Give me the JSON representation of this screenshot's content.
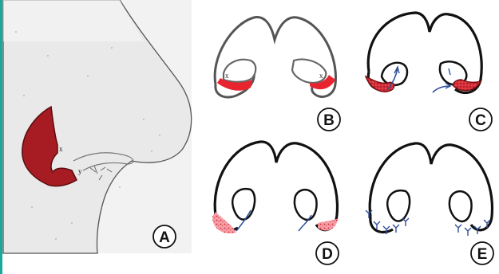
{
  "panels": {
    "a": {
      "label": "A",
      "marker_x": "x",
      "marker_y": "y"
    },
    "b": {
      "label": "B",
      "marker_left": "x",
      "marker_right": "x"
    },
    "c": {
      "label": "C"
    },
    "d": {
      "label": "D"
    },
    "e": {
      "label": "E"
    }
  },
  "colors": {
    "flap_red": "#c0272d",
    "flap_dark": "#8b1a1a",
    "suture_blue": "#2f4f9a",
    "outline": "#111111",
    "accent_bar": "#1aa89a"
  }
}
